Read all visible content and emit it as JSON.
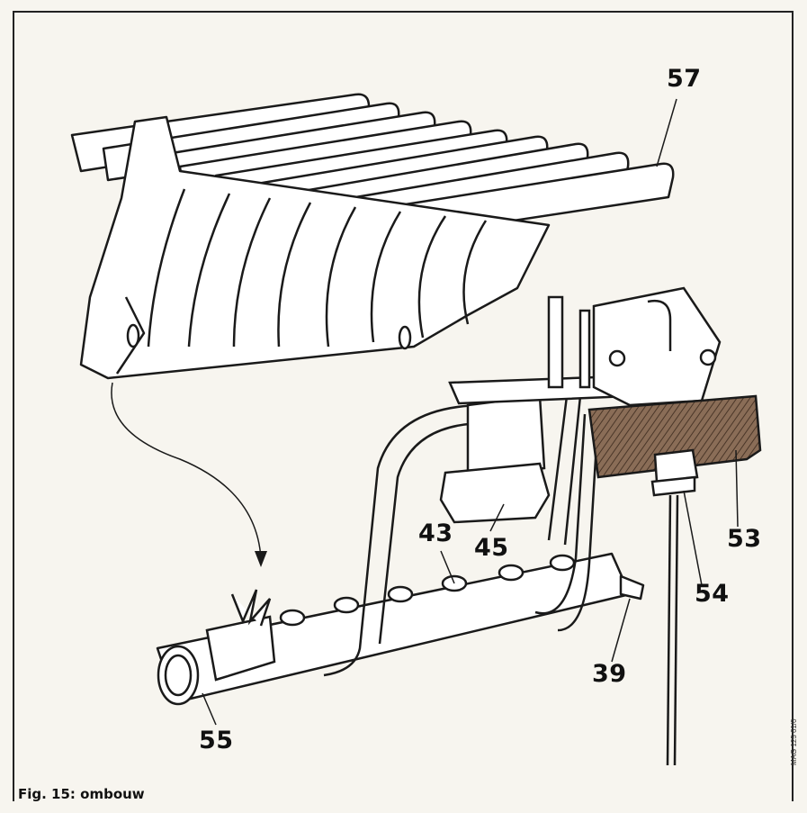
{
  "figure": {
    "caption": "Fig. 15: ombouw",
    "code": "MAG 125 61/0"
  },
  "callouts": [
    {
      "id": "57",
      "label": "57"
    },
    {
      "id": "43",
      "label": "43"
    },
    {
      "id": "45",
      "label": "45"
    },
    {
      "id": "53",
      "label": "53"
    },
    {
      "id": "54",
      "label": "54"
    },
    {
      "id": "39",
      "label": "39"
    },
    {
      "id": "55",
      "label": "55"
    }
  ],
  "colors": {
    "line": "#1a1a1a",
    "paper": "#f7f5ef",
    "insulation": "#7a5e4a"
  }
}
